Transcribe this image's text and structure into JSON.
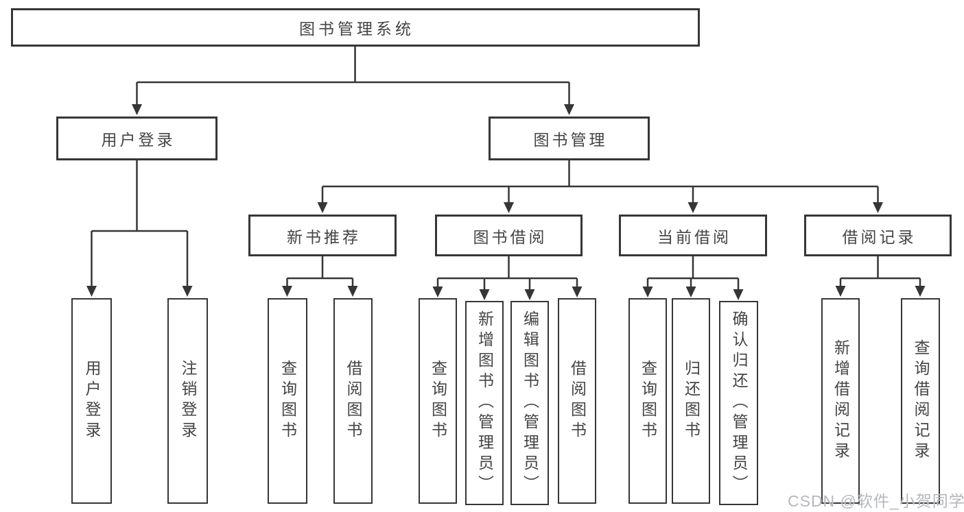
{
  "diagram_title": "图书管理系统",
  "nodes": {
    "root": "图书管理系统",
    "level2": {
      "user_login": "用户登录",
      "book_mgmt": "图书管理"
    },
    "level3": {
      "new_book": "新书推荐",
      "borrow": "图书借阅",
      "current": "当前借阅",
      "records": "借阅记录"
    },
    "leaves": {
      "user_login": "用户登录",
      "logout": "注销登录",
      "nb_query": "查询图书",
      "nb_borrow": "借阅图书",
      "bw_query": "查询图书",
      "bw_add": "新增图书（管理员）",
      "bw_edit": "编辑图书（管理员）",
      "bw_borrow": "借阅图书",
      "cur_query": "查询图书",
      "cur_return": "归还图书",
      "cur_confirm": "确认归还（管理员）",
      "rec_add": "新增借阅记录",
      "rec_query": "查询借阅记录"
    }
  },
  "structure": [
    {
      "parent": "图书管理系统",
      "children": [
        "用户登录",
        "图书管理"
      ]
    },
    {
      "parent": "用户登录",
      "children": [
        "用户登录",
        "注销登录"
      ]
    },
    {
      "parent": "图书管理",
      "children": [
        "新书推荐",
        "图书借阅",
        "当前借阅",
        "借阅记录"
      ]
    },
    {
      "parent": "新书推荐",
      "children": [
        "查询图书",
        "借阅图书"
      ]
    },
    {
      "parent": "图书借阅",
      "children": [
        "查询图书",
        "新增图书（管理员）",
        "编辑图书（管理员）",
        "借阅图书"
      ]
    },
    {
      "parent": "当前借阅",
      "children": [
        "查询图书",
        "归还图书",
        "确认归还（管理员）"
      ]
    },
    {
      "parent": "借阅记录",
      "children": [
        "新增借阅记录",
        "查询借阅记录"
      ]
    }
  ],
  "watermark": "CSDN @软件_小贺同学",
  "colors": {
    "line": "#363636",
    "box_border": "#363636",
    "text": "#444444",
    "background": "#ffffff",
    "watermark": "#b4b7bc"
  }
}
